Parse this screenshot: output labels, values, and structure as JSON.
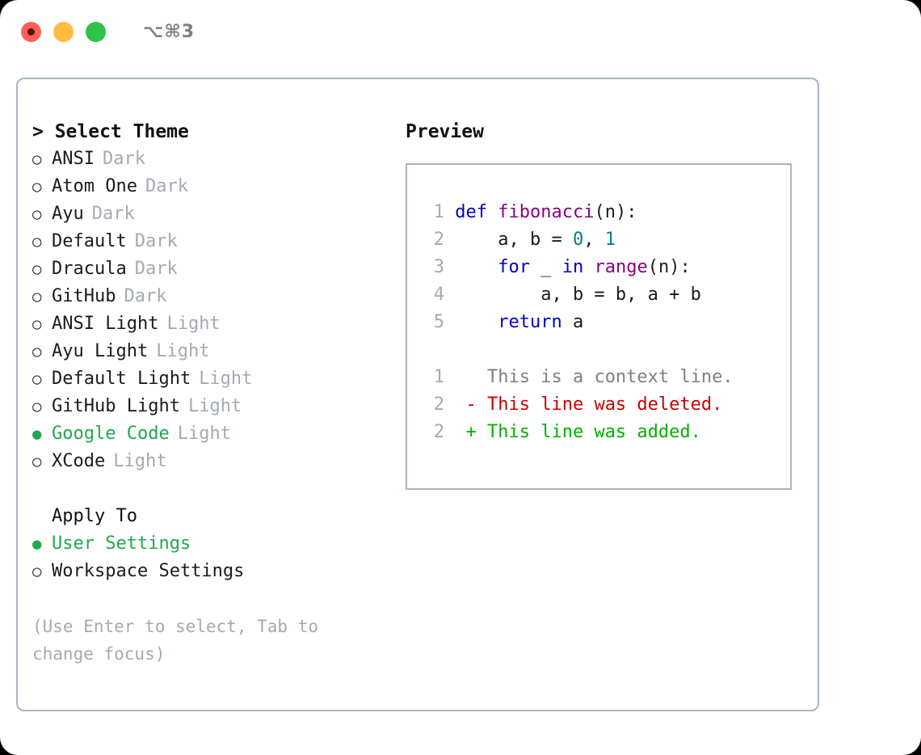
{
  "window": {
    "traffic_lights": [
      "close-red",
      "minimize-yellow",
      "maximize-green"
    ],
    "shortcut_label": "⌥⌘3"
  },
  "colors": {
    "accent_green": "#1faa4b",
    "muted": "#a3aab5",
    "border": "#aab4c2",
    "keyword": "#0000c0",
    "function": "#8b0080",
    "number": "#008080",
    "diff_add": "#00b000",
    "diff_del": "#cc0000",
    "diff_ctx": "#808080"
  },
  "theme_picker": {
    "heading": "> Select Theme",
    "bullet_off": "○",
    "bullet_on": "●",
    "options": [
      {
        "label": "ANSI",
        "tag": "Dark",
        "selected": false
      },
      {
        "label": "Atom One",
        "tag": "Dark",
        "selected": false
      },
      {
        "label": "Ayu",
        "tag": "Dark",
        "selected": false
      },
      {
        "label": "Default",
        "tag": "Dark",
        "selected": false
      },
      {
        "label": "Dracula",
        "tag": "Dark",
        "selected": false
      },
      {
        "label": "GitHub",
        "tag": "Dark",
        "selected": false
      },
      {
        "label": "ANSI Light",
        "tag": "Light",
        "selected": false
      },
      {
        "label": "Ayu Light",
        "tag": "Light",
        "selected": false
      },
      {
        "label": "Default Light",
        "tag": "Light",
        "selected": false
      },
      {
        "label": "GitHub Light",
        "tag": "Light",
        "selected": false
      },
      {
        "label": "Google Code",
        "tag": "Light",
        "selected": true
      },
      {
        "label": "XCode",
        "tag": "Light",
        "selected": false
      }
    ]
  },
  "apply_to": {
    "heading": "Apply To",
    "options": [
      {
        "label": "User Settings",
        "selected": true
      },
      {
        "label": "Workspace Settings",
        "selected": false
      }
    ]
  },
  "hint": "(Use Enter to select, Tab to change focus)",
  "preview": {
    "title": "Preview",
    "code_lines": [
      {
        "number": "1",
        "tokens": [
          {
            "text": "def ",
            "kind": "kw"
          },
          {
            "text": "fibonacci",
            "kind": "fn"
          },
          {
            "text": "(n):",
            "kind": "pl"
          }
        ]
      },
      {
        "number": "2",
        "tokens": [
          {
            "text": "    a, b = ",
            "kind": "pl"
          },
          {
            "text": "0",
            "kind": "num"
          },
          {
            "text": ", ",
            "kind": "pl"
          },
          {
            "text": "1",
            "kind": "num"
          }
        ]
      },
      {
        "number": "3",
        "tokens": [
          {
            "text": "    ",
            "kind": "pl"
          },
          {
            "text": "for",
            "kind": "kw"
          },
          {
            "text": " _ ",
            "kind": "pl"
          },
          {
            "text": "in",
            "kind": "kw"
          },
          {
            "text": " ",
            "kind": "pl"
          },
          {
            "text": "range",
            "kind": "fn"
          },
          {
            "text": "(n):",
            "kind": "pl"
          }
        ]
      },
      {
        "number": "4",
        "tokens": [
          {
            "text": "        a, b = b, a + b",
            "kind": "pl"
          }
        ]
      },
      {
        "number": "5",
        "tokens": [
          {
            "text": "    ",
            "kind": "pl"
          },
          {
            "text": "return",
            "kind": "kw"
          },
          {
            "text": " a",
            "kind": "pl"
          }
        ]
      }
    ],
    "diff_lines": [
      {
        "number": "1",
        "marker": " ",
        "text": " This is a context line.",
        "kind": "ctx"
      },
      {
        "number": "2",
        "marker": "-",
        "text": " This line was deleted.",
        "kind": "del"
      },
      {
        "number": "2",
        "marker": "+",
        "text": " This line was added.",
        "kind": "add"
      }
    ]
  }
}
